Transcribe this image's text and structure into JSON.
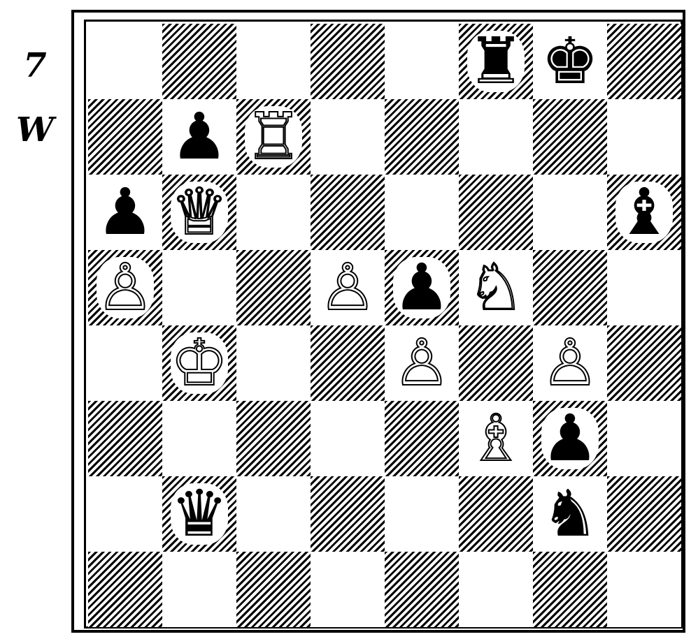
{
  "diagram": {
    "number_label": "7",
    "side_to_move_label": "W"
  },
  "board": {
    "ranks": [
      [
        "",
        "",
        "",
        "",
        "",
        "black-rook",
        "black-king",
        ""
      ],
      [
        "",
        "black-pawn",
        "white-rook",
        "",
        "",
        "",
        "",
        ""
      ],
      [
        "black-pawn",
        "white-queen",
        "",
        "",
        "",
        "",
        "",
        "black-bishop"
      ],
      [
        "white-pawn",
        "",
        "",
        "white-pawn",
        "black-pawn",
        "white-knight",
        "",
        ""
      ],
      [
        "",
        "white-king",
        "",
        "",
        "white-pawn",
        "",
        "white-pawn",
        ""
      ],
      [
        "",
        "",
        "",
        "",
        "",
        "white-bishop",
        "black-pawn",
        ""
      ],
      [
        "",
        "black-queen",
        "",
        "",
        "",
        "",
        "black-knight",
        ""
      ],
      [
        "",
        "",
        "",
        "",
        "",
        "",
        "",
        ""
      ]
    ],
    "glyphs": {
      "white-king": "♔",
      "white-queen": "♕",
      "white-rook": "♖",
      "white-bishop": "♗",
      "white-knight": "♘",
      "white-pawn": "♙",
      "black-king": "♚",
      "black-queen": "♛",
      "black-rook": "♜",
      "black-bishop": "♝",
      "black-knight": "♞",
      "black-pawn": "♟"
    },
    "light_square_color": "#ffffff",
    "dark_square_hatch_color": "#000000"
  }
}
